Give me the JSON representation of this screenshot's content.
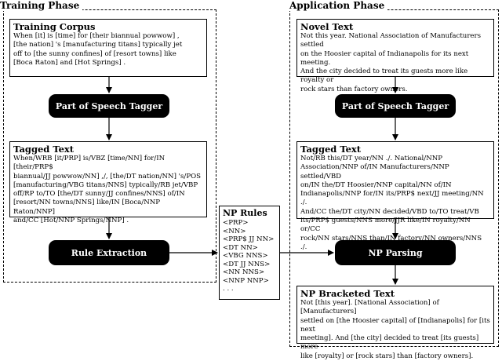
{
  "training": {
    "phase_title": "Training Phase",
    "corpus": {
      "title": "Training Corpus",
      "text": "When [it] is [time] for [their biannual powwow] ,\n[the nation] 's [manufacturing titans] typically jet\noff to [the sunny confines] of [resort towns] like\n[Boca Raton] and [Hot Springs] ."
    },
    "tagger_label": "Part of Speech Tagger",
    "tagged": {
      "title": "Tagged Text",
      "text": "When/WRB [it/PRP] is/VBZ [time/NN] for/IN [their/PRP$\nbiannual/JJ powwow/NN] ,/, [the/DT nation/NN] 's/POS\n[manufacturing/VBG titans/NNS] typically/RB jet/VBP\noff/RP to/TO [the/DT sunny/JJ confines/NNS] of/IN\n[resort/NN towns/NNS] like/IN [Boca/NNP Raton/NNP]\nand/CC [Hot/NNP Springs/NNP] ."
    },
    "rule_extraction_label": "Rule Extraction"
  },
  "np_rules": {
    "title": "NP Rules",
    "rules": [
      "<PRP>",
      "<NN>",
      "<PRP$ JJ NN>",
      "<DT NN>",
      "<VBG NNS>",
      "<DT JJ NNS>",
      "<NN NNS>",
      "<NNP NNP>",
      ". . ."
    ]
  },
  "application": {
    "phase_title": "Application Phase",
    "novel": {
      "title": "Novel Text",
      "text": "Not this year.  National Association of Manufacturers settled\non the Hoosier capital of Indianapolis for its next meeting.\nAnd the city decided to treat its guests more like royalty or\nrock stars than factory owners."
    },
    "tagger_label": "Part of Speech Tagger",
    "tagged": {
      "title": "Tagged Text",
      "text": "Not/RB this/DT year/NN ./.  National/NNP\nAssociation/NNP of/IN Manufacturers/NNP settled/VBD\non/IN the/DT Hoosier/NNP capital/NN of/IN\nIndianapolis/NNP for/IN its/PRP$ next/JJ meeting/NN ./.\nAnd/CC the/DT city/NN decided/VBD to/TO treat/VB\nits/PRP$ guests/NNS more/JJR like/IN royalty/NN or/CC\nrock/NN stars/NNS than/IN factory/NN owners/NNS ./."
    },
    "np_parsing_label": "NP Parsing",
    "bracketed": {
      "title": "NP Bracketed Text",
      "text": "Not [this year].  [National Association] of [Manufacturers]\nsettled on [the Hoosier capital] of [Indianapolis] for [its next\nmeeting].  And [the city] decided to treat [its guests] more\nlike [royalty] or [rock stars] than [factory owners]."
    }
  }
}
